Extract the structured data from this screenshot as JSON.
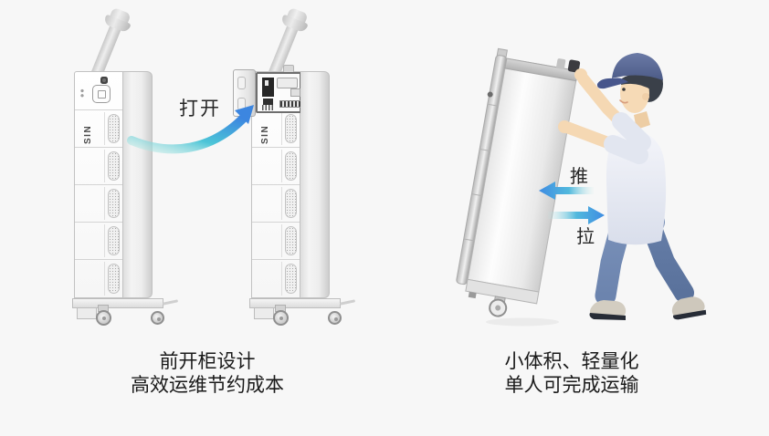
{
  "left_feature": {
    "action_label": "打开",
    "cabinet_brand": "SIN",
    "caption_line1": "前开柜设计",
    "caption_line2": "高效运维节约成本"
  },
  "right_feature": {
    "push_label": "推",
    "pull_label": "拉",
    "caption_line1": "小体积、轻量化",
    "caption_line2": "单人可完成运输"
  },
  "colors": {
    "background": "#f7f7f7",
    "arrow_blue": "#3f8ce2",
    "arrow_teal": "#4cc5d7",
    "caption_text": "#1a1a1a",
    "cap_blue": "#51608c",
    "jeans_blue": "#6d86b0",
    "shirt": "#eef0f7"
  }
}
